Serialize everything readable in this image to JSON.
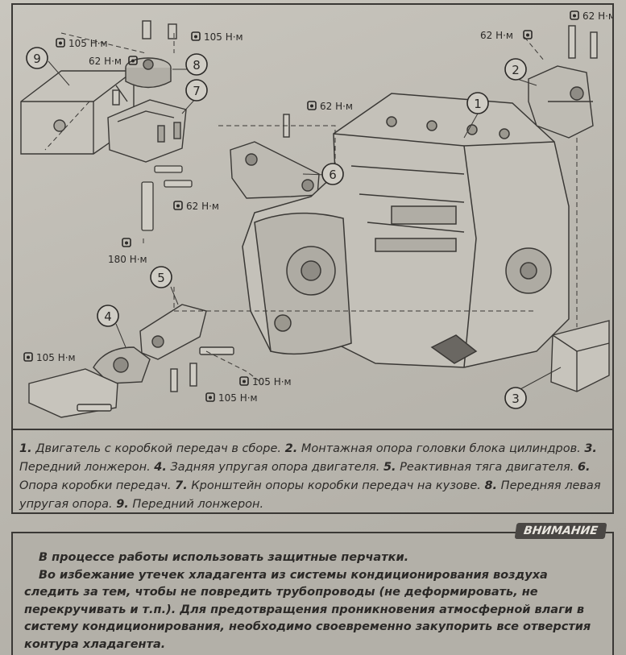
{
  "callouts": {
    "n1": "1",
    "n2": "2",
    "n3": "3",
    "n4": "4",
    "n5": "5",
    "n6": "6",
    "n7": "7",
    "n8": "8",
    "n9": "9"
  },
  "torques": {
    "t105_top_left": "105 Н·м",
    "t105_top_mid": "105 Н·м",
    "t62_left": "62 Н·м",
    "t62_right_a": "62 Н·м",
    "t62_right_b": "62 Н·м",
    "t62_mid": "62 Н·м",
    "t62_lower_left": "62 Н·м",
    "t180": "180 Н·м",
    "t105_bottom_left": "105 Н·м",
    "t105_bottom_mid": "105 Н·м",
    "t105_bottom_low": "105 Н·м"
  },
  "caption": {
    "items": [
      {
        "num": "1.",
        "text": " Двигатель с коробкой передач в сборе. "
      },
      {
        "num": "2.",
        "text": " Монтажная опора головки блока цилиндров. "
      },
      {
        "num": "3.",
        "text": " Передний лонжерон. "
      },
      {
        "num": "4.",
        "text": " Задняя упругая опора двигателя. "
      },
      {
        "num": "5.",
        "text": " Реактивная тяга двигателя. "
      },
      {
        "num": "6.",
        "text": " Опора коробки передач. "
      },
      {
        "num": "7.",
        "text": " Кронштейн опоры коробки передач на кузове. "
      },
      {
        "num": "8.",
        "text": " Передняя левая упругая опора. "
      },
      {
        "num": "9.",
        "text": " Передний лонжерон."
      }
    ]
  },
  "warning": {
    "badge": "ВНИМАНИЕ",
    "p1": "В процессе работы использовать защитные перчатки.",
    "p2": "Во избежание утечек хладагента из системы кондиционирования воздуха следить за тем, чтобы не повредить трубопроводы (не деформировать, не перекручивать и т.п.). Для предотвращения проникновения атмосферной влаги в систему кондиционирования, необходимо своевременно закупорить все отверстия контура хладагента."
  }
}
